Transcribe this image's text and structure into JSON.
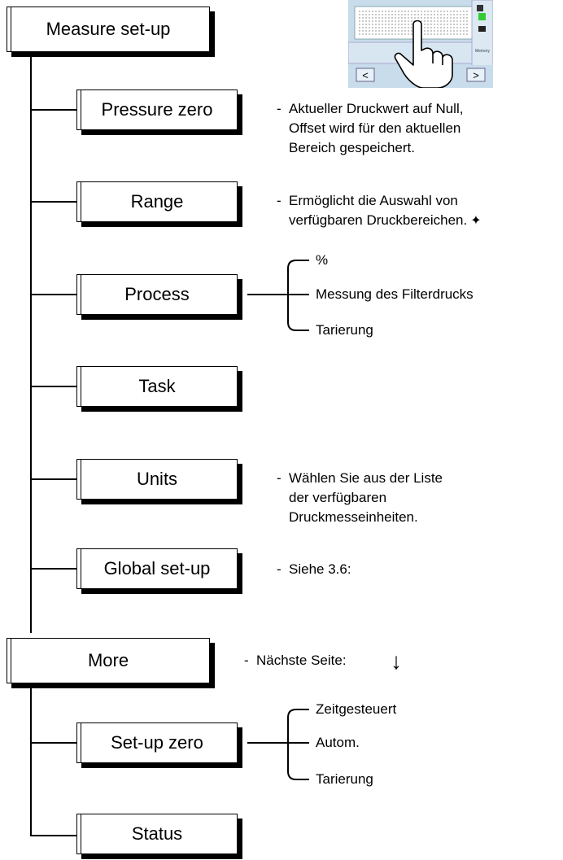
{
  "boxes": {
    "measure_setup": "Measure set-up",
    "pressure_zero": "Pressure zero",
    "range": "Range",
    "process": "Process",
    "task": "Task",
    "units": "Units",
    "global_setup": "Global set-up",
    "more": "More",
    "setup_zero": "Set-up zero",
    "status": "Status"
  },
  "descriptions": {
    "dash": "-",
    "pressure_zero": [
      "Aktueller Druckwert auf Null,",
      "Offset wird für den aktuellen",
      "Bereich gespeichert."
    ],
    "range": [
      "Ermöglicht die Auswahl von",
      "verfügbaren Druckbereichen."
    ],
    "range_marker": "✦",
    "units": [
      "Wählen Sie aus der Liste",
      "der verfügbaren",
      "Druckmesseinheiten."
    ],
    "global_setup": "Siehe 3.6:",
    "more": "Nächste Seite:",
    "more_arrow": "↓"
  },
  "process_options": [
    "%",
    "Messung des Filterdrucks",
    "Tarierung"
  ],
  "setup_zero_options": [
    "Zeitgesteuert",
    "Autom.",
    "Tarierung"
  ],
  "device": {
    "left_button": "<",
    "right_button": ">",
    "side_label": "Memory",
    "icon": "pointing-hand-icon"
  }
}
